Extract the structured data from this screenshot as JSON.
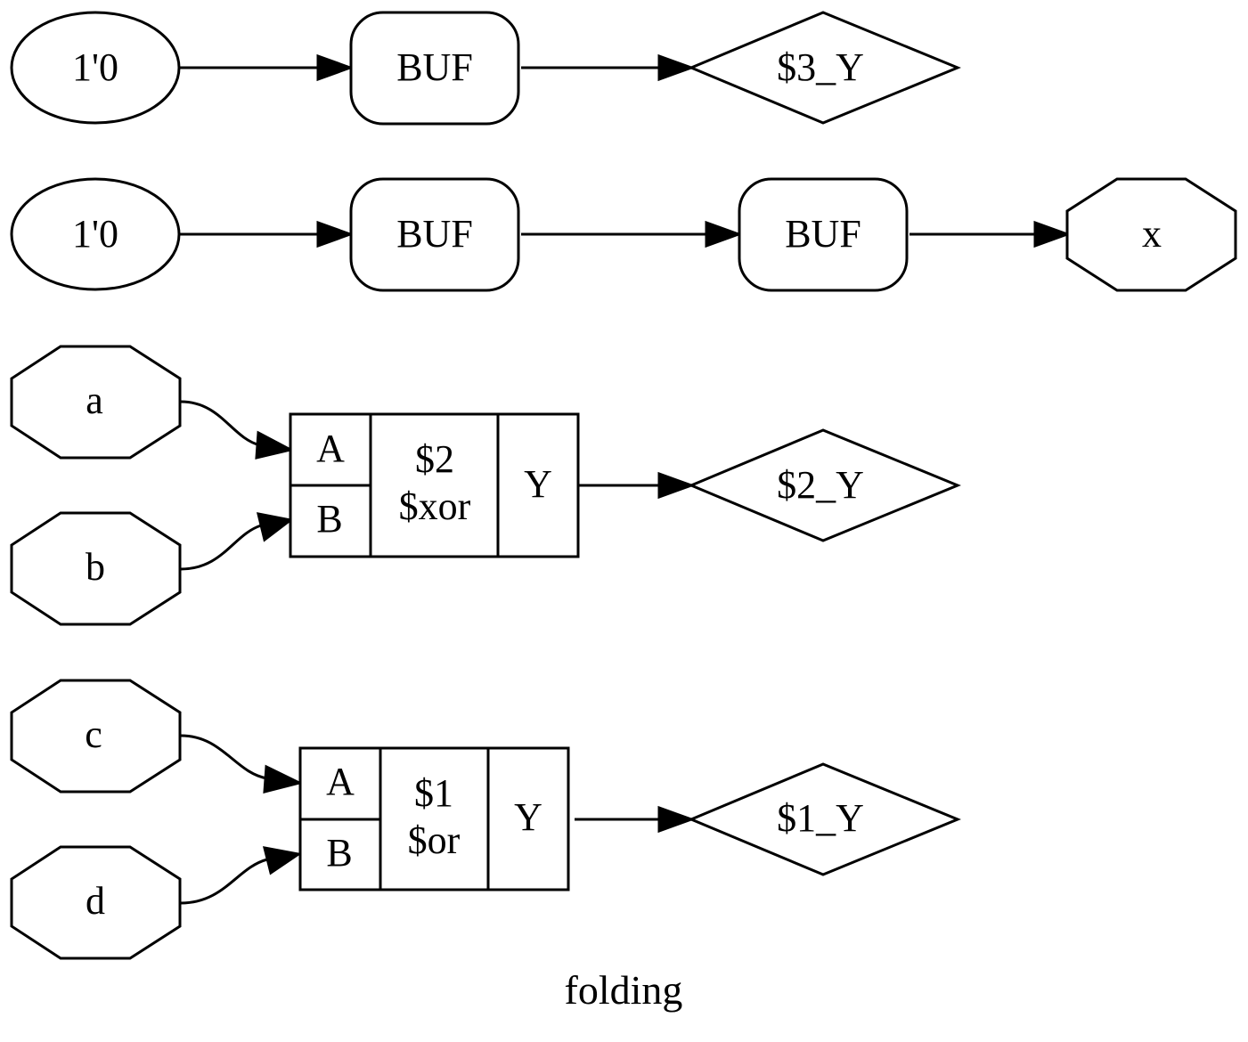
{
  "title": "folding",
  "nodes": {
    "const_top": "1'0",
    "buf_top": "BUF",
    "out_3y": "$3_Y",
    "const_mid": "1'0",
    "buf_mid_1": "BUF",
    "buf_mid_2": "BUF",
    "port_x": "x",
    "port_a": "a",
    "port_b": "b",
    "xor_cell": {
      "in_a": "A",
      "in_b": "B",
      "id": "$2",
      "type": "$xor",
      "out_y": "Y"
    },
    "out_2y": "$2_Y",
    "port_c": "c",
    "port_d": "d",
    "or_cell": {
      "in_a": "A",
      "in_b": "B",
      "id": "$1",
      "type": "$or",
      "out_y": "Y"
    },
    "out_1y": "$1_Y"
  },
  "colors": {
    "stroke": "#000000",
    "background": "#ffffff"
  },
  "shapes": {
    "constant": "ellipse",
    "buffer": "rounded-rectangle",
    "wire_output": "diamond",
    "port": "octagon",
    "cell": "record"
  }
}
